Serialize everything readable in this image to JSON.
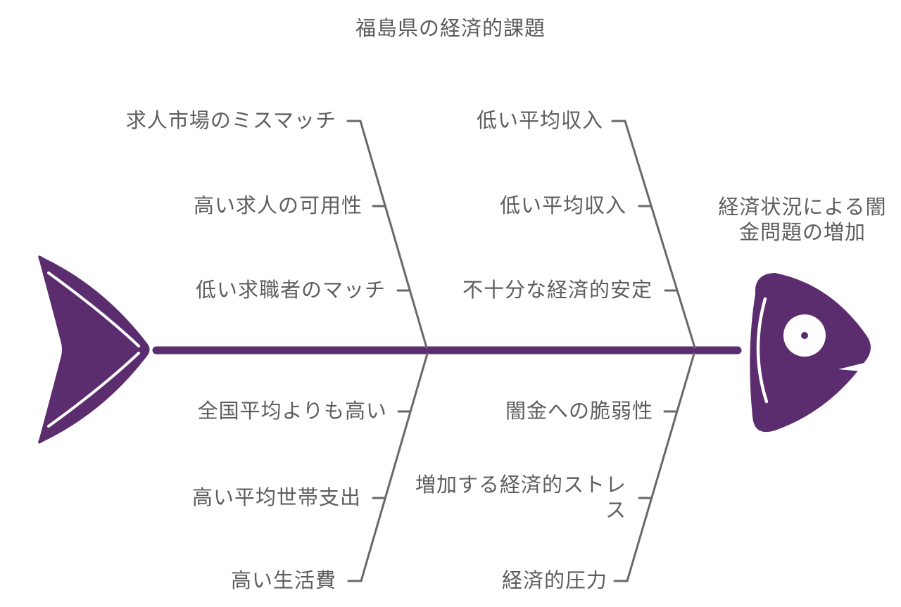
{
  "title": "福島県の経済的課題",
  "effect": "経済状況による闇金問題の増加",
  "colors": {
    "fish": "#5b2d6e",
    "line": "#686868",
    "text": "#5e5e5e",
    "background": "#ffffff"
  },
  "icons": {
    "fish_head": "fish-head-icon",
    "fish_tail": "fish-tail-icon"
  },
  "branches": {
    "upper_left": {
      "items": [
        "求人市場のミスマッチ",
        "高い求人の可用性",
        "低い求職者のマッチ"
      ]
    },
    "upper_right": {
      "items": [
        "低い平均収入",
        "低い平均収入",
        "不十分な経済的安定"
      ]
    },
    "lower_left": {
      "items": [
        "全国平均よりも高い",
        "高い平均世帯支出",
        "高い生活費"
      ]
    },
    "lower_right": {
      "items": [
        "闇金への脆弱性",
        "増加する経済的ストレス",
        "経済的圧力"
      ]
    }
  }
}
